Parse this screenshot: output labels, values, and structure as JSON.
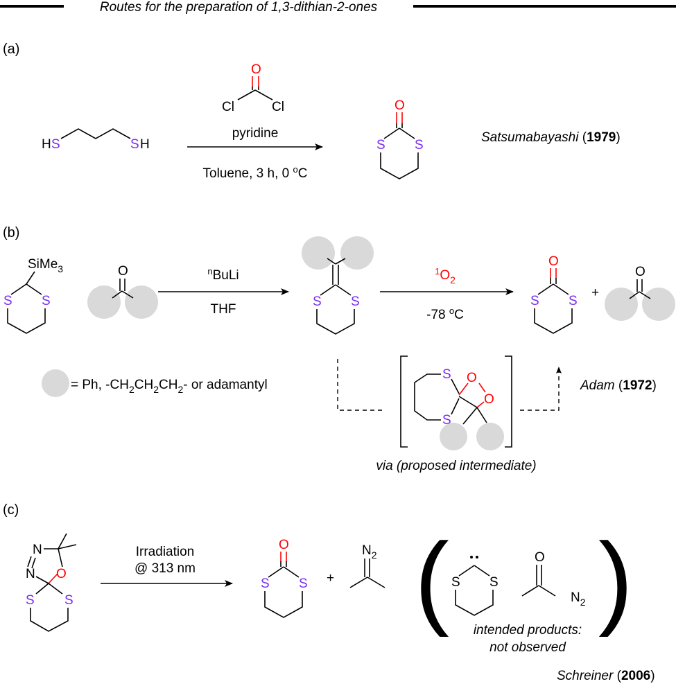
{
  "title": "Routes for the preparation of 1,3-dithian-2-ones",
  "panels": {
    "a": {
      "label": "(a)",
      "reagent_top": "pyridine",
      "conditions": "Toluene, 3 h, 0 ",
      "conditions_deg": "o",
      "conditions_unit": "C",
      "attribution_name": "Satsumabayashi",
      "attribution_year": "1979"
    },
    "b": {
      "label": "(b)",
      "reagent1_sup": "n",
      "reagent1": "BuLi",
      "solvent1": "THF",
      "reagent2_sup": "1",
      "reagent2": "O",
      "reagent2_sub": "2",
      "temp": "-78 ",
      "temp_deg": "o",
      "temp_unit": "C",
      "silyl": "SiMe",
      "silyl_sub": "3",
      "legend_prefix": "= Ph, -CH",
      "legend_sub": "2",
      "legend_mid": "CH",
      "legend_end": "- or adamantyl",
      "via_text": "via (proposed intermediate)",
      "attribution_name": "Adam",
      "attribution_year": "1972"
    },
    "c": {
      "label": "(c)",
      "reagent_line1": "Irradiation",
      "reagent_line2": "@ 313 nm",
      "n2_label": "N",
      "n2_sub": "2",
      "note_line1": "intended products:",
      "note_line2": "not observed",
      "attribution_name": "Schreiner",
      "attribution_year": "2006"
    }
  },
  "atoms": {
    "sulfur": "S",
    "oxygen": "O",
    "chlorine": "Cl",
    "hydrogen": "H",
    "nitrogen": "N",
    "plus": "+",
    "paren_open": "(",
    "paren_close": ")",
    "open_paren_text": " (",
    "close_paren_text": ")"
  },
  "colors": {
    "sulfur": "#7a2df0",
    "oxygen": "#ff0000",
    "placeholder_group": "#d9d9d9"
  }
}
